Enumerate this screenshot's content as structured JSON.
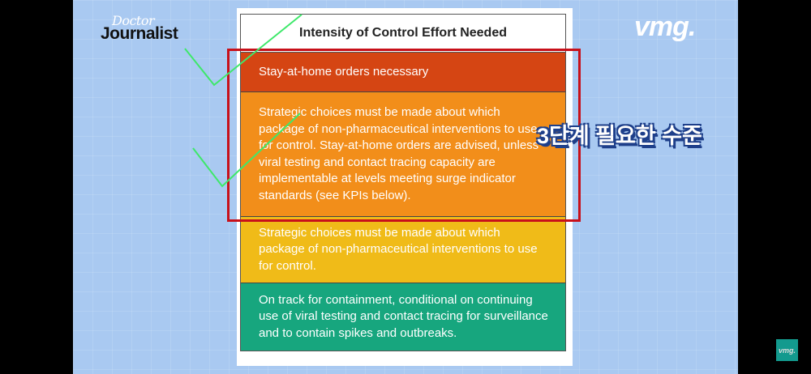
{
  "logos": {
    "doctor_journalist": "Journalist",
    "doctor_script": "Doctor",
    "vmg": "vmg.",
    "vmg_badge": "vmg."
  },
  "table": {
    "title": "Intensity of Control Effort Needed",
    "rows": [
      {
        "text": "Stay-at-home orders necessary",
        "color": "#d54513"
      },
      {
        "text": "Strategic choices must be made about which package of non-pharmaceutical interventions to use for control. Stay-at-home orders are advised, unless viral testing and contact tracing capacity are implementable at levels meeting surge indicator standards (see KPIs below).",
        "color": "#f28e1a"
      },
      {
        "text": "Strategic choices must be made about which package of non-pharmaceutical interventions to use for control.",
        "color": "#f0bb18"
      },
      {
        "text": "On track for containment, conditional on continuing use of viral testing and contact tracing for surveillance and to contain spikes and outbreaks.",
        "color": "#17a67e"
      }
    ]
  },
  "caption": "3단계 필요한 수준"
}
